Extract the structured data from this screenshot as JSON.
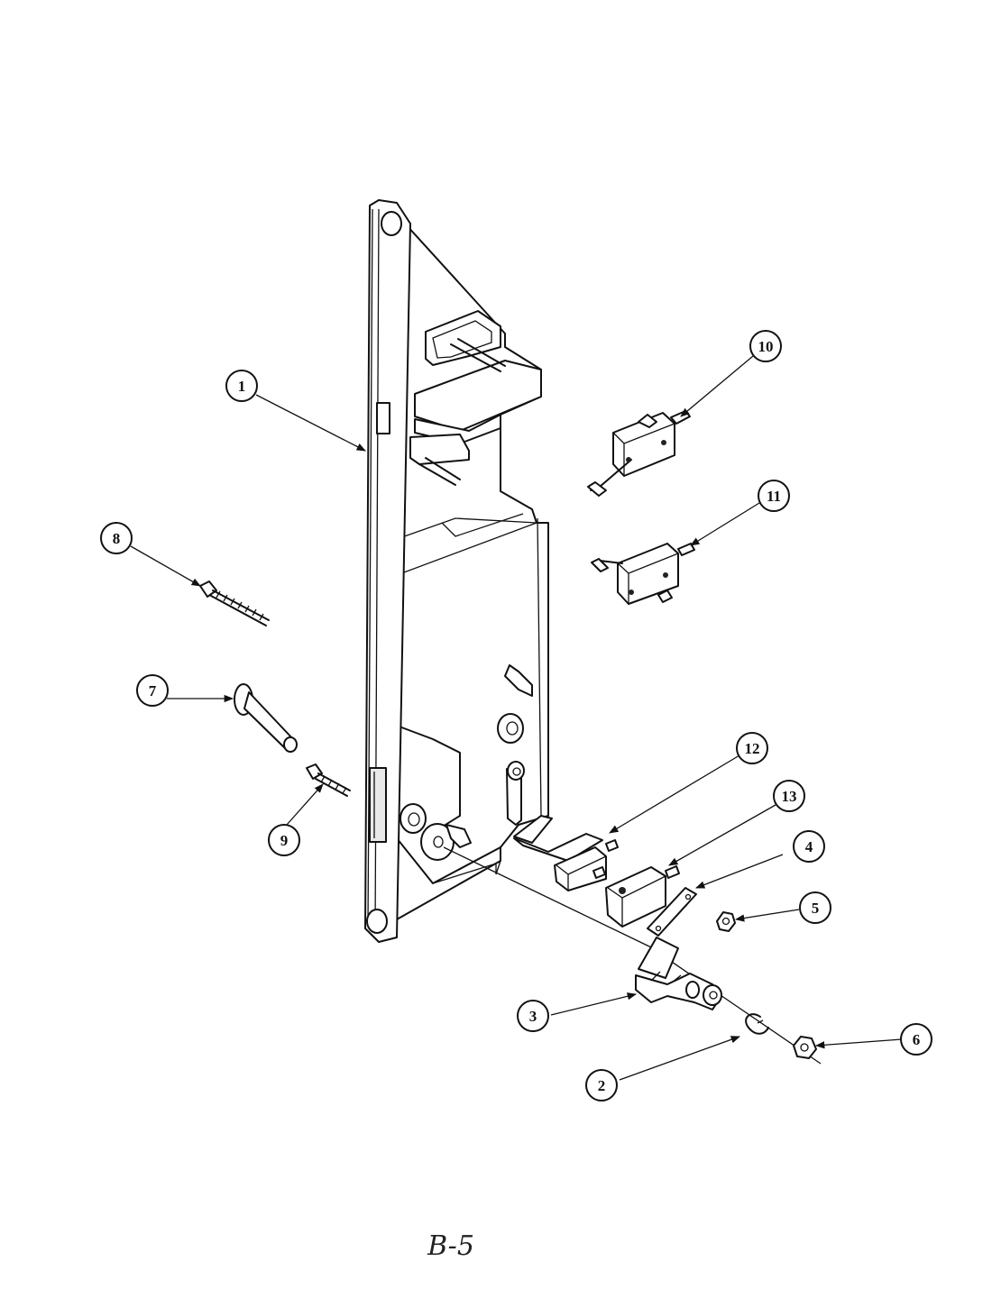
{
  "callouts": [
    {
      "id": "1",
      "label": "1"
    },
    {
      "id": "2",
      "label": "2"
    },
    {
      "id": "3",
      "label": "3"
    },
    {
      "id": "4",
      "label": "4"
    },
    {
      "id": "5",
      "label": "5"
    },
    {
      "id": "6",
      "label": "6"
    },
    {
      "id": "7",
      "label": "7"
    },
    {
      "id": "8",
      "label": "8"
    },
    {
      "id": "9",
      "label": "9"
    },
    {
      "id": "10",
      "label": "10"
    },
    {
      "id": "11",
      "label": "11"
    },
    {
      "id": "12",
      "label": "12"
    },
    {
      "id": "13",
      "label": "13"
    }
  ],
  "page_label": "B-5"
}
